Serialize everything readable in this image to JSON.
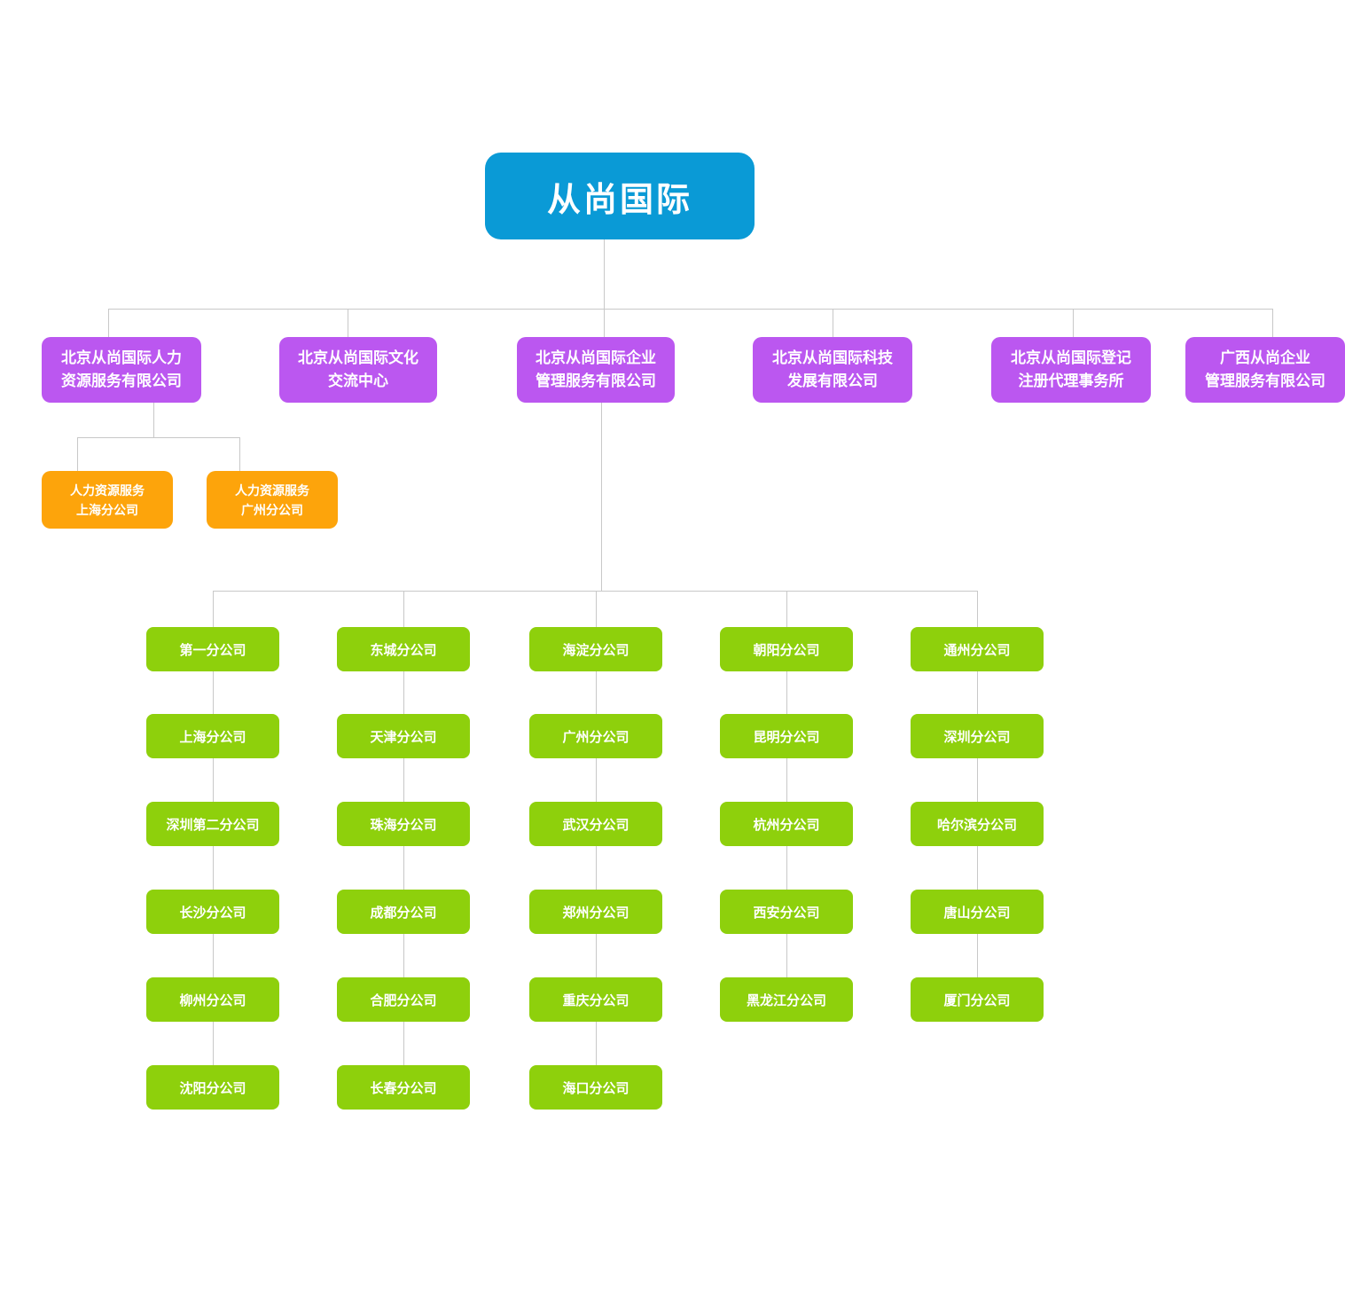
{
  "org_chart": {
    "root": {
      "label": "从尚国际"
    },
    "subsidiaries": [
      {
        "line1": "北京从尚国际人力",
        "line2": "资源服务有限公司"
      },
      {
        "line1": "北京从尚国际文化",
        "line2": "交流中心"
      },
      {
        "line1": "北京从尚国际企业",
        "line2": "管理服务有限公司"
      },
      {
        "line1": "北京从尚国际科技",
        "line2": "发展有限公司"
      },
      {
        "line1": "北京从尚国际登记",
        "line2": "注册代理事务所"
      },
      {
        "line1": "广西从尚企业",
        "line2": "管理服务有限公司"
      }
    ],
    "hr_branches": [
      {
        "line1": "人力资源服务",
        "line2": "上海分公司"
      },
      {
        "line1": "人力资源服务",
        "line2": "广州分公司"
      }
    ],
    "branch_columns": [
      {
        "items": [
          "第一分公司",
          "上海分公司",
          "深圳第二分公司",
          "长沙分公司",
          "柳州分公司",
          "沈阳分公司"
        ]
      },
      {
        "items": [
          "东城分公司",
          "天津分公司",
          "珠海分公司",
          "成都分公司",
          "合肥分公司",
          "长春分公司"
        ]
      },
      {
        "items": [
          "海淀分公司",
          "广州分公司",
          "武汉分公司",
          "郑州分公司",
          "重庆分公司",
          "海口分公司"
        ]
      },
      {
        "items": [
          "朝阳分公司",
          "昆明分公司",
          "杭州分公司",
          "西安分公司",
          "黑龙江分公司"
        ]
      },
      {
        "items": [
          "通州分公司",
          "深圳分公司",
          "哈尔滨分公司",
          "唐山分公司",
          "厦门分公司"
        ]
      }
    ],
    "colors": {
      "root": "#0a9ad6",
      "subsidiary": "#bb57f0",
      "hr_branch": "#fda40b",
      "leaf_branch": "#8ed00c",
      "connector": "#c8c8c8",
      "text": "#ffffff"
    }
  }
}
